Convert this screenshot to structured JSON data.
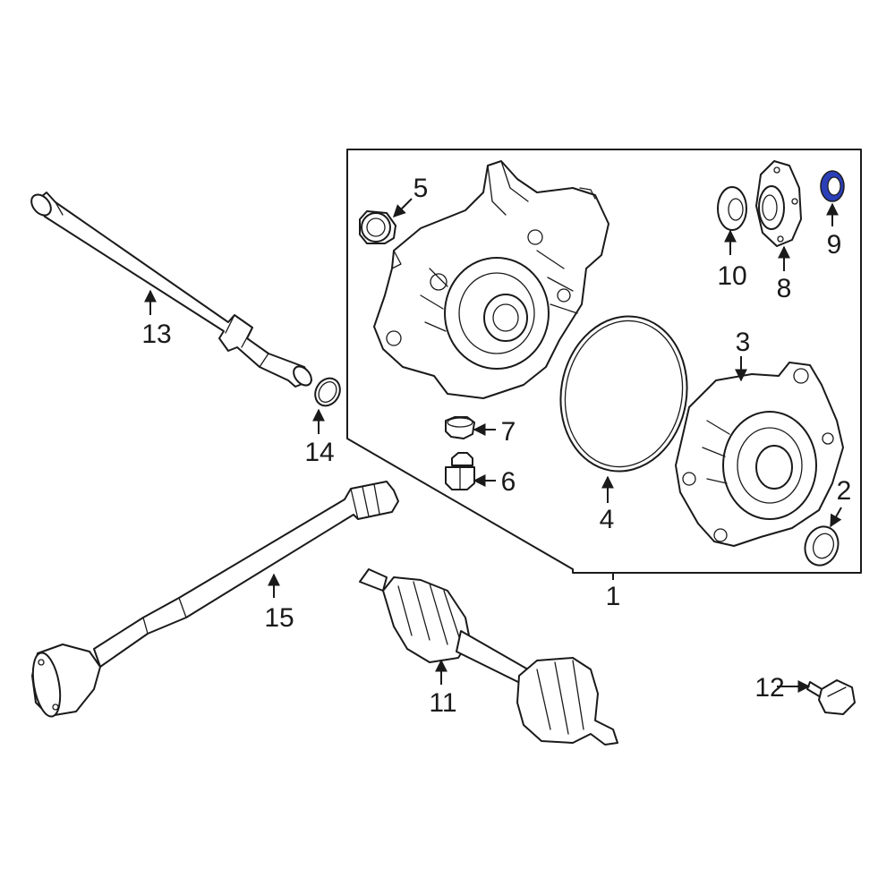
{
  "diagram": {
    "highlight_color": "#2b3fb8",
    "line_color": "#1a1a1a",
    "callouts": [
      {
        "id": "c1",
        "label": "1"
      },
      {
        "id": "c2",
        "label": "2"
      },
      {
        "id": "c3",
        "label": "3"
      },
      {
        "id": "c4",
        "label": "4"
      },
      {
        "id": "c5",
        "label": "5"
      },
      {
        "id": "c6",
        "label": "6"
      },
      {
        "id": "c7",
        "label": "7"
      },
      {
        "id": "c8",
        "label": "8"
      },
      {
        "id": "c9",
        "label": "9"
      },
      {
        "id": "c10",
        "label": "10"
      },
      {
        "id": "c11",
        "label": "11"
      },
      {
        "id": "c12",
        "label": "12"
      },
      {
        "id": "c13",
        "label": "13"
      },
      {
        "id": "c14",
        "label": "14"
      },
      {
        "id": "c15",
        "label": "15"
      }
    ]
  }
}
